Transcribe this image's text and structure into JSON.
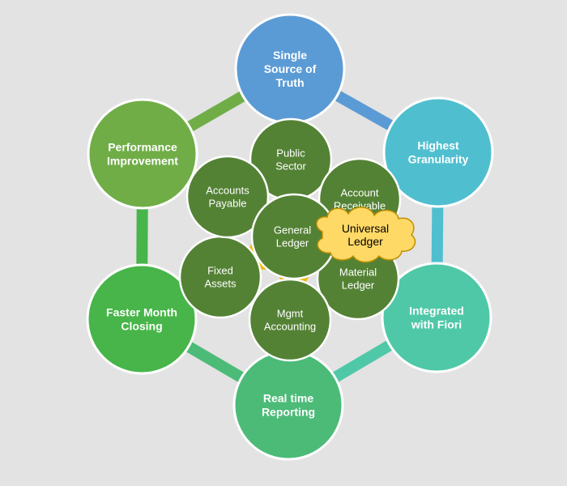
{
  "colors": {
    "background": "#e3e3e3",
    "outline": "#ffffff",
    "inner_fill": "#548235",
    "star_fill": "#f2b800",
    "cloud_fill": "#ffd966",
    "cloud_stroke": "#c09000"
  },
  "outer_nodes": [
    {
      "id": "single-source-of-truth",
      "lines": [
        "Single",
        "Source of",
        "Truth"
      ],
      "color": "#5b9bd5"
    },
    {
      "id": "highest-granularity",
      "lines": [
        "Highest",
        "Granularity"
      ],
      "color": "#4fbfcf"
    },
    {
      "id": "integrated-with-fiori",
      "lines": [
        "Integrated",
        "with Fiori"
      ],
      "color": "#4fc8a8"
    },
    {
      "id": "real-time-reporting",
      "lines": [
        "Real time",
        "Reporting"
      ],
      "color": "#4cbb78"
    },
    {
      "id": "faster-month-closing",
      "lines": [
        "Faster Month",
        "Closing"
      ],
      "color": "#47b549"
    },
    {
      "id": "performance-improvement",
      "lines": [
        "Performance",
        "Improvement"
      ],
      "color": "#70ad47"
    }
  ],
  "ring_arc_colors": [
    "#5b9bd5",
    "#4fbfcf",
    "#4fc8a8",
    "#4cbb78",
    "#47b549",
    "#70ad47"
  ],
  "inner_nodes": [
    {
      "id": "public-sector",
      "lines": [
        "Public",
        "Sector"
      ]
    },
    {
      "id": "account-receivable",
      "lines": [
        "Account",
        "Receivable"
      ]
    },
    {
      "id": "material-ledger",
      "lines": [
        "Material",
        "Ledger"
      ]
    },
    {
      "id": "mgmt-accounting",
      "lines": [
        "Mgmt",
        "Accounting"
      ]
    },
    {
      "id": "fixed-assets",
      "lines": [
        "Fixed",
        "Assets"
      ]
    },
    {
      "id": "accounts-payable",
      "lines": [
        "Accounts",
        "Payable"
      ]
    }
  ],
  "center_node": {
    "id": "general-ledger",
    "lines": [
      "General",
      "Ledger"
    ]
  },
  "cloud": {
    "id": "universal-ledger",
    "lines": [
      "Universal",
      "Ledger"
    ]
  }
}
